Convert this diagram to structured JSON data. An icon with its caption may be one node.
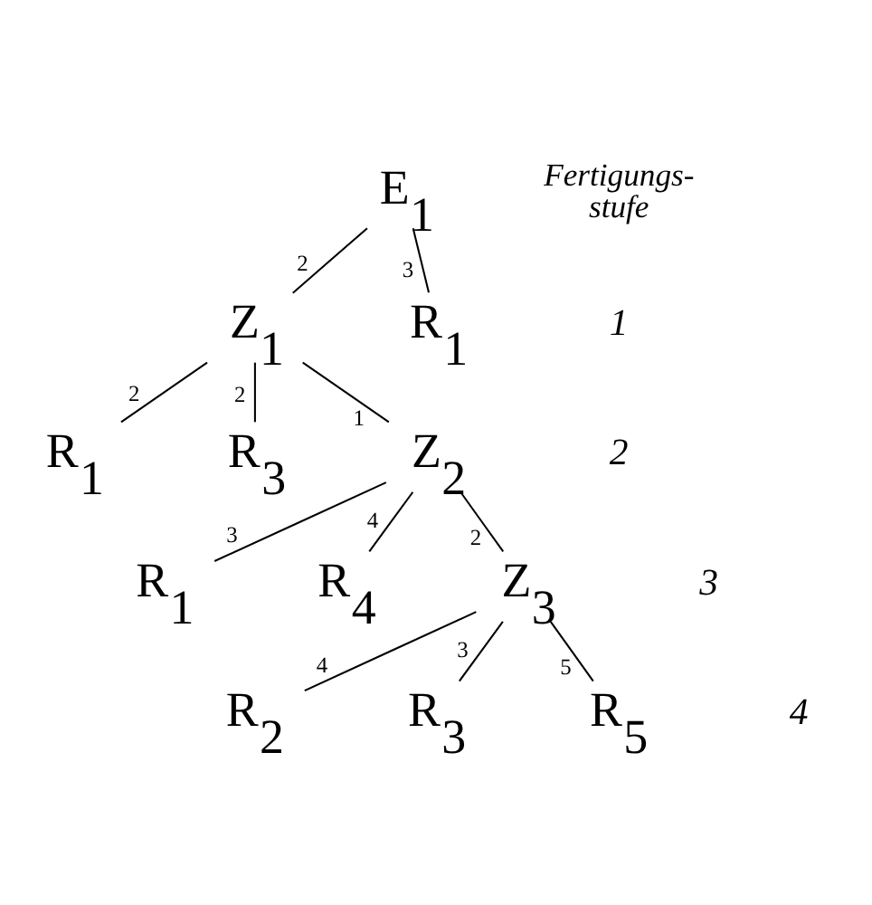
{
  "diagram": {
    "nodes": [
      {
        "text": [
          "E$_{1}$"
        ]
      },
      {
        "text": [
          "Z$_{1}$"
        ]
      },
      {
        "text": [
          "R$_{1}$"
        ]
      },
      {
        "text": [
          "R$_{1}$"
        ]
      },
      {
        "text": [
          "R$_{3}$"
        ]
      },
      {
        "text": [
          "Z$_{2}$"
        ]
      },
      {
        "text": [
          "R$_{1}$"
        ]
      },
      {
        "text": [
          "R$_{4}$"
        ]
      },
      {
        "text": [
          "Z$_{3}$"
        ]
      },
      {
        "text": [
          "R$_{2}$"
        ]
      },
      {
        "text": [
          "R$_{3}$"
        ]
      },
      {
        "text": [
          "R$_{5}$"
        ]
      }
    ],
    "edges": [
      {
        "from": 0,
        "to": 1,
        "arrow": "none",
        "label": "2"
      },
      {
        "from": 0,
        "to": 2,
        "arrow": "none",
        "label": "3"
      },
      {
        "from": 1,
        "to": 3,
        "arrow": "none",
        "label": "2"
      },
      {
        "from": 1,
        "to": 4,
        "arrow": "none",
        "label": "2"
      },
      {
        "from": 1,
        "to": 5,
        "arrow": "none",
        "label": "1"
      },
      {
        "from": 5,
        "to": 6,
        "arrow": "none",
        "label": "3"
      },
      {
        "from": 5,
        "to": 7,
        "arrow": "none",
        "label": "4"
      },
      {
        "from": 5,
        "to": 8,
        "arrow": "none",
        "label": "2"
      },
      {
        "from": 8,
        "to": 9,
        "arrow": "none",
        "label": "4"
      },
      {
        "from": 8,
        "to": 10,
        "arrow": "none",
        "label": "3"
      },
      {
        "from": 8,
        "to": 11,
        "arrow": "none",
        "label": "5"
      }
    ],
    "labels": [
      "Fertigungs- stufe",
      "1",
      "2",
      "3",
      "4"
    ]
  }
}
